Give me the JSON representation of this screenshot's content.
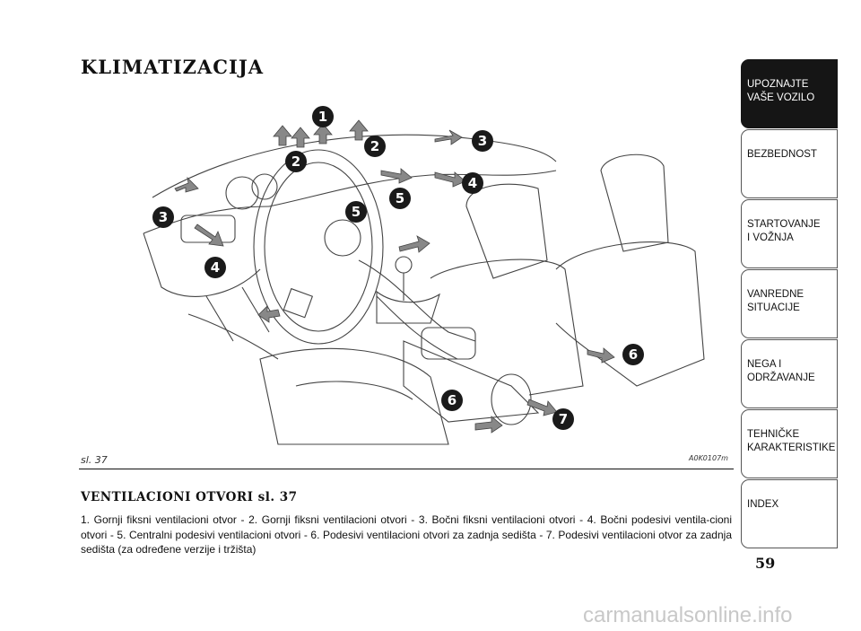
{
  "page": {
    "title": "KLIMATIZACIJA",
    "figure_label": "sl. 37",
    "figure_code": "A0K0107m",
    "section_heading": "VENTILACIONI OTVORI sl. 37",
    "body_text": "1. Gornji fiksni ventilacioni otvor - 2. Gornji fiksni ventilacioni otvori - 3. Bočni fiksni ventilacioni otvori - 4. Bočni podesivi ventila-cioni otvori - 5. Centralni podesivi ventilacioni otvori - 6. Podesivi ventilacioni otvori za zadnja sedišta - 7. Podesivi ventilacioni otvor za zadnja sedišta (za određene verzije i tržišta)",
    "page_number": "59",
    "watermark": "carmanualsonline.info"
  },
  "callouts": [
    "1",
    "2",
    "2",
    "3",
    "3",
    "4",
    "4",
    "5",
    "5",
    "6",
    "6",
    "7"
  ],
  "tabs": [
    {
      "label": "UPOZNAJTE\nVAŠE VOZILO",
      "active": true
    },
    {
      "label": "BEZBEDNOST",
      "active": false
    },
    {
      "label": "STARTOVANJE\nI VOŽNJA",
      "active": false
    },
    {
      "label": "VANREDNE\nSITUACIJE",
      "active": false
    },
    {
      "label": "NEGA I\nODRŽAVANJE",
      "active": false
    },
    {
      "label": "TEHNIČKE\nKARAKTERISTIKE",
      "active": false
    },
    {
      "label": "INDEX",
      "active": false
    }
  ]
}
